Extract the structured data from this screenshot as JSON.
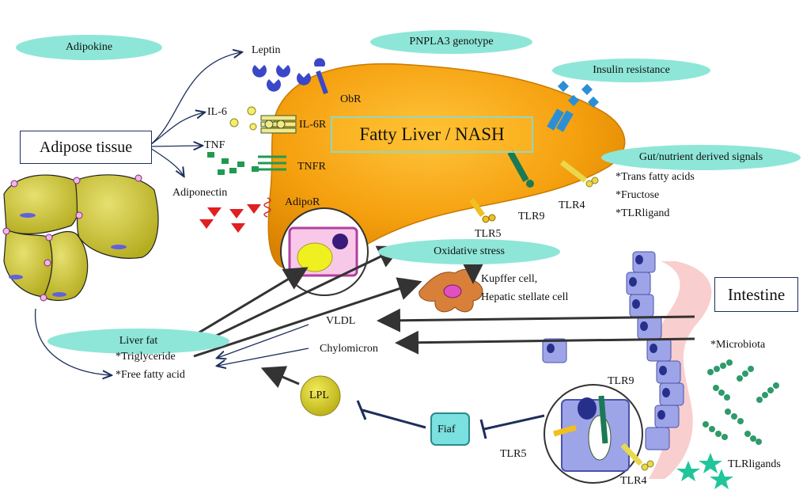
{
  "labels": {
    "adipokine": "Adipokine",
    "pnpla3": "PNPLA3 genotype",
    "insulin_resistance": "Insulin resistance",
    "gut_signals": "Gut/nutrient derived signals",
    "trans_fatty_acids": "*Trans fatty acids",
    "fructose": "*Fructose",
    "tlrligand": "*TLRligand",
    "fatty_liver": "Fatty Liver   /   NASH",
    "adipose_tissue": "Adipose tissue",
    "intestine": "Intestine",
    "leptin": "Leptin",
    "obr": "ObR",
    "il6": "IL-6",
    "il6r": "IL-6R",
    "tnf": "TNF",
    "tnfr": "TNFR",
    "adiponectin": "Adiponectin",
    "adipor": "AdipoR",
    "tlr9_liver": "TLR9",
    "tlr4_liver": "TLR4",
    "tlr5_liver": "TLR5",
    "oxidative_stress": "Oxidative stress",
    "kupffer": "Kupffer cell,",
    "stellate": "Hepatic stellate cell",
    "vldl": "VLDL",
    "chylomicron": "Chylomicron",
    "liver_fat": "Liver fat",
    "triglyceride": "*Triglyceride",
    "free_fatty_acid": "*Free fatty acid",
    "lpl": "LPL",
    "fiaf": "Fiaf",
    "microbiota": "*Microbiota",
    "tlr9_gut": "TLR9",
    "tlr5_gut": "TLR5",
    "tlr4_gut": "TLR4",
    "tlrligands": "TLRligands"
  },
  "colors": {
    "liver": "#f5a00f",
    "liver_edge": "#c97a00",
    "ellipse": "#8ee6d8",
    "adipocyte": "#c9c23a",
    "arrow": "#1c2f5c",
    "enterocyte": "#9ea4e8",
    "microbe": "#2f9a6a",
    "ligand_star": "#20c69a"
  }
}
